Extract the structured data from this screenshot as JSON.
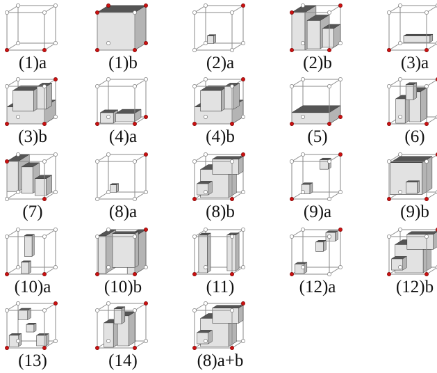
{
  "figure": {
    "panels": [
      {
        "label": "(1)a",
        "variant": "empty"
      },
      {
        "label": "(1)b",
        "variant": "full"
      },
      {
        "label": "(2)a",
        "variant": "small-cube"
      },
      {
        "label": "(2)b",
        "variant": "steps"
      },
      {
        "label": "(3)a",
        "variant": "bar"
      },
      {
        "label": "(3)b",
        "variant": "blocky"
      },
      {
        "label": "(4)a",
        "variant": "flat-pieces"
      },
      {
        "label": "(4)b",
        "variant": "blocky"
      },
      {
        "label": "(5)",
        "variant": "slab"
      },
      {
        "label": "(6)",
        "variant": "tower"
      },
      {
        "label": "(7)",
        "variant": "corner-blocks"
      },
      {
        "label": "(8)a",
        "variant": "small-cube"
      },
      {
        "label": "(8)b",
        "variant": "complex"
      },
      {
        "label": "(9)a",
        "variant": "two-cubes"
      },
      {
        "label": "(9)b",
        "variant": "big-block"
      },
      {
        "label": "(10)a",
        "variant": "pillar"
      },
      {
        "label": "(10)b",
        "variant": "walls"
      },
      {
        "label": "(11)",
        "variant": "two-pillars"
      },
      {
        "label": "(12)a",
        "variant": "scattered"
      },
      {
        "label": "(12)b",
        "variant": "complex"
      },
      {
        "label": "(13)",
        "variant": "corners"
      },
      {
        "label": "(14)",
        "variant": "tower"
      },
      {
        "label": "(8)a+b",
        "variant": "complex"
      }
    ]
  },
  "colors": {
    "frame": "#8a8a8a",
    "vertex_off": "#ffffff",
    "vertex_on": "#cc1111",
    "face_light": "#e2e2e2",
    "face_mid": "#b4b4b4",
    "face_dark": "#555555",
    "text": "#111111"
  }
}
